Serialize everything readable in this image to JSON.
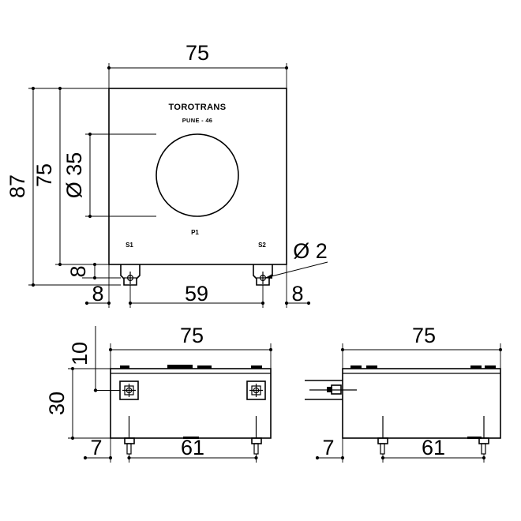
{
  "drawing": {
    "title": "Current transformer outline dimension drawing",
    "background_color": "#ffffff",
    "line_color": "#000000",
    "units": "mm"
  },
  "product_label": {
    "brand": "TOROTRANS",
    "location": "PUNE - 46"
  },
  "terminals": {
    "primary": "P1",
    "secondary_left": "S1",
    "secondary_right": "S2"
  },
  "views": {
    "front": {
      "name": "front-view",
      "dimensions": {
        "overall_width": "75",
        "body_height": "75",
        "overall_height": "87",
        "bore_diameter": "Ø 35",
        "foot_height": "8",
        "foot_offset_left": "8",
        "foot_offset_right": "8",
        "foot_centre_span": "59",
        "mounting_hole_diameter": "Ø 2"
      }
    },
    "top": {
      "name": "top-view",
      "dimensions": {
        "overall_width": "75",
        "terminal_height": "10",
        "body_depth": "30",
        "edge_offset": "7",
        "foot_centre_span": "61"
      }
    },
    "side": {
      "name": "side-view",
      "dimensions": {
        "overall_width": "75",
        "edge_offset": "7",
        "foot_centre_span": "61"
      }
    }
  }
}
